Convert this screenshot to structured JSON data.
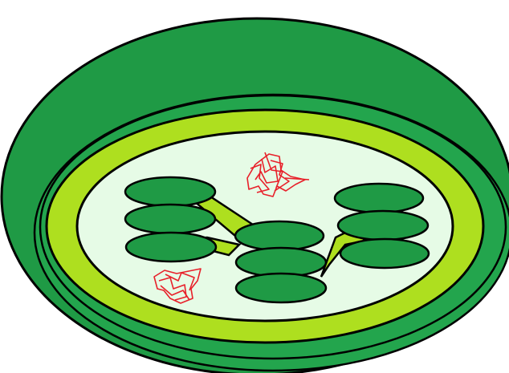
{
  "diagram": {
    "subject": "chloroplast",
    "grana_stacks": 3,
    "thylakoids_per_stack": 3,
    "scribble_marks": 2
  },
  "colors": {
    "outer_membrane": "#1f9a45",
    "inner_membrane": "#23a54d",
    "intermembrane_band": "#aedf1f",
    "stroma": "#e6fbe6",
    "thylakoid": "#1f9a45",
    "lamella": "#aedf1f",
    "scribble": "#e8202a",
    "outline": "#000000"
  }
}
